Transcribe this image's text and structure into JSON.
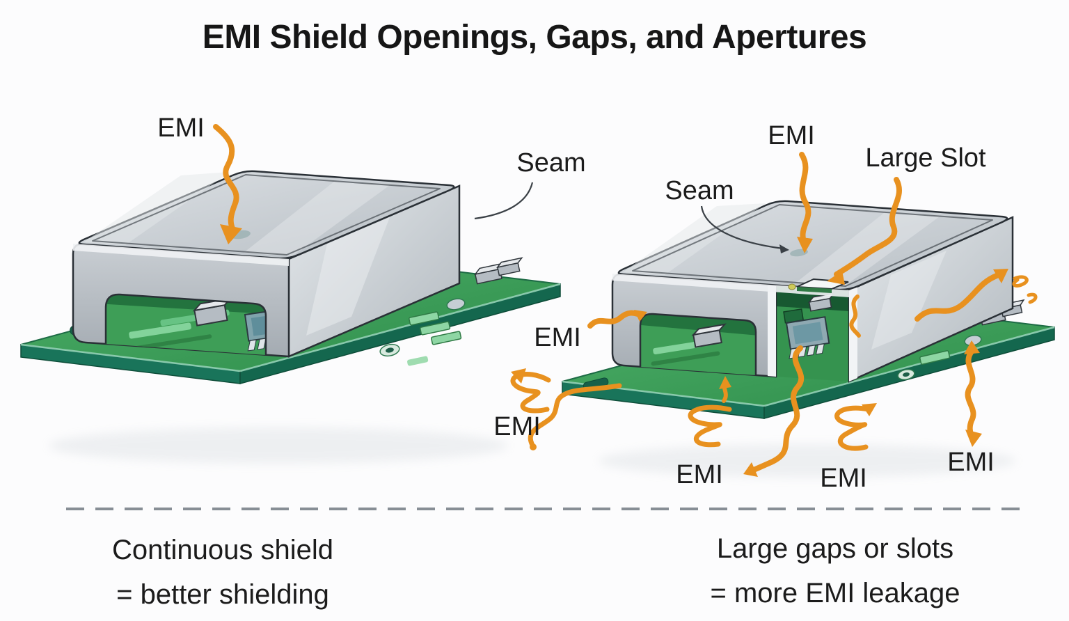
{
  "title": "EMI Shield Openings, Gaps, and Apertures",
  "labels": {
    "emi": "EMI",
    "seam": "Seam",
    "large_slot": "Large Slot"
  },
  "left_panel": {
    "caption": [
      "Continuous shield",
      "= better shielding"
    ]
  },
  "right_panel": {
    "caption": [
      "Large gaps or slots",
      "= more EMI leakage"
    ]
  },
  "colors": {
    "emi_arrow": "#E8911F",
    "pcb_green": "#3FA45B",
    "pcb_edge": "#17745A",
    "shield_light": "#D9DDE1",
    "shield_mid": "#B9C0C6",
    "outline": "#2A3036",
    "text": "#1B1B1B",
    "divider": "#878E95",
    "background": "#FCFCFD"
  }
}
